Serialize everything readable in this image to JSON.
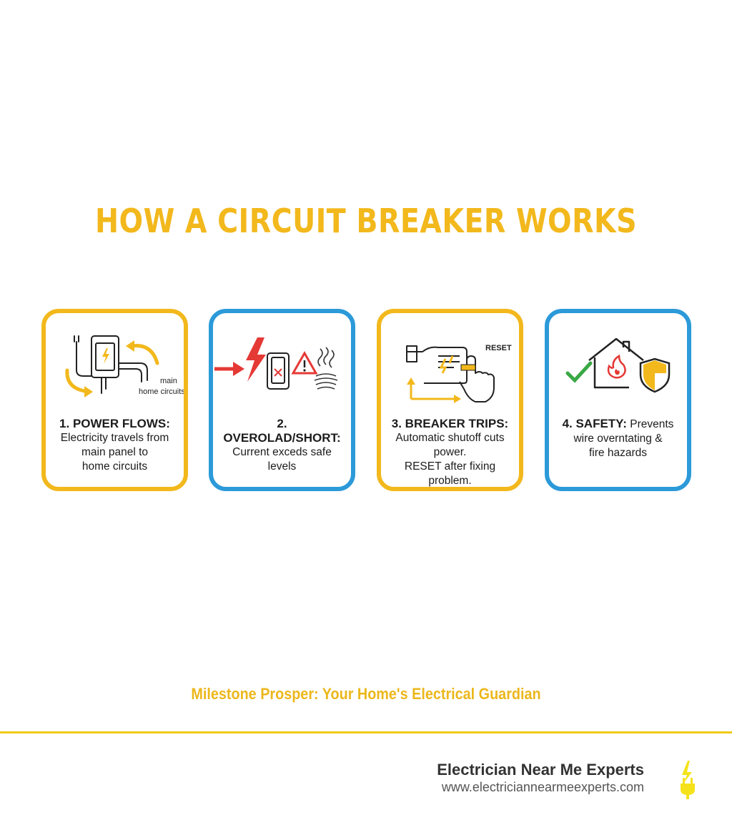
{
  "title": "HOW A CIRCUIT BREAKER WORKS",
  "steps": [
    {
      "heading": "1. POWER FLOWS:",
      "lines": [
        "Electricity travels from",
        "main panel to",
        "home circuits"
      ],
      "icon_label_1": "main",
      "icon_label_2": "home circuits",
      "border": "#f2b81c"
    },
    {
      "heading": "2. OVEROLAD/SHORT:",
      "lines": [
        "Current exceds safe levels"
      ],
      "border": "#2c9ad9"
    },
    {
      "heading": "3. BREAKER TRIPS:",
      "lines": [
        "Automatic shutoff cuts power.",
        "RESET after fixing problem."
      ],
      "icon_label": "RESET",
      "border": "#f2b81c"
    },
    {
      "heading": "4. SAFETY:",
      "heading_rest": " Prevents",
      "lines": [
        "wire overntating &",
        "fire hazards"
      ],
      "border": "#2c9ad9"
    }
  ],
  "tagline": "Milestone Prosper: Your Home's Electrical Guardian",
  "brand": {
    "name": "Electrician Near Me Experts",
    "url": "www.electriciannearmeexperts.com"
  },
  "colors": {
    "accent": "#f2b81c",
    "blue": "#2c9ad9",
    "red": "#e53935",
    "green": "#3aa845"
  },
  "icons": [
    "electric-panel-icon",
    "lightning-bolt-icon",
    "warning-icon",
    "house-fire-shield-icon",
    "checkmark-icon",
    "hand-switch-icon",
    "plug-logo-icon"
  ]
}
